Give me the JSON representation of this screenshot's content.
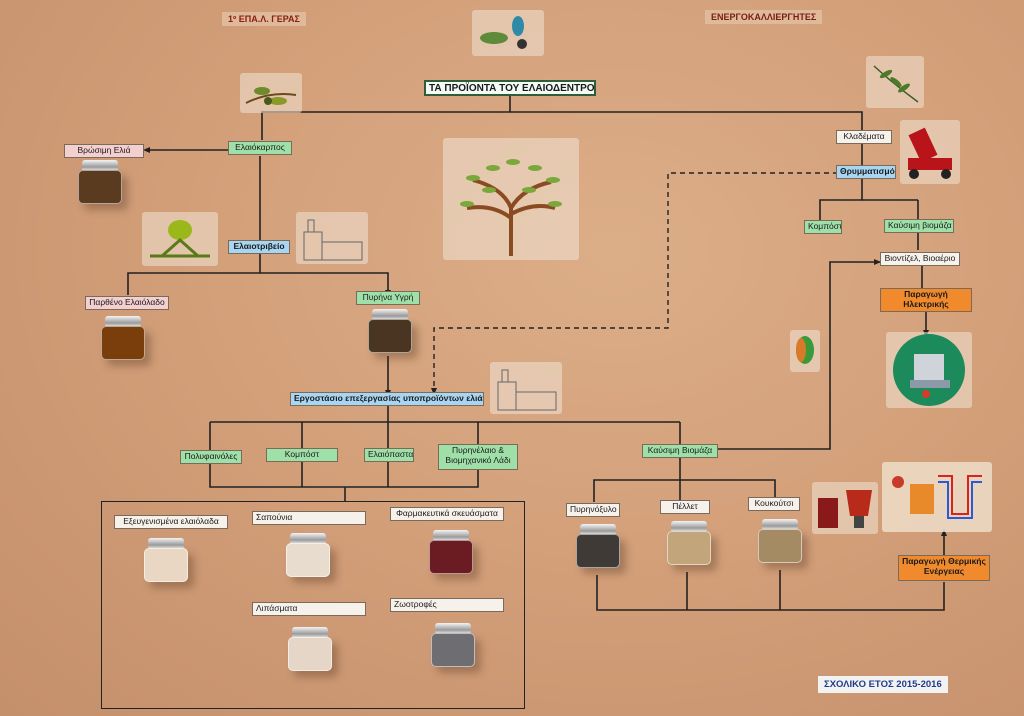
{
  "header": {
    "school_label": "1º ΕΠΑ.Λ. ΓΕΡΑΣ",
    "team_label": "ΕΝΕΡΓΟΚΑΛΛΙΕΡΓΗΤΕΣ",
    "year_label": "ΣΧΟΛΙΚΟ ΕΤΟΣ 2015-2016"
  },
  "diagram": {
    "title": "ΤΑ ΠΡΟΪΟΝΤΑ ΤΟΥ ΕΛΑΙΟΔΕΝΤΡΟΥ",
    "nodes": {
      "elaiokarpos": "Ελαιόκαρπος",
      "vrosimi": "Βρώσιμη Ελιά",
      "elaiotriveio": "Ελαιοτριβείο",
      "partheno": "Παρθένο Ελαιόλαδο",
      "pyrina_ygri": "Πυρήνα Υγρή",
      "ergostasio": "Εργοστάσιο επεξεργασίας υποπροϊόντων ελιάς",
      "polyfainoles": "Πολυφαινόλες",
      "kompost_1": "Κομπόστ",
      "elaiopasta": "Ελαιόπαστα",
      "pyrinelaio": "Πυρηνέλαιο & Βιομηχανικό Λάδι",
      "kafsimi_1": "Καύσιμη Βιομάζα",
      "klademata": "Κλαδέματα",
      "thrymmatismos": "Θρυμματισμός",
      "kompost_2": "Κομπόστ",
      "kafsimi_2": "Καύσιμη βιομάζα",
      "biodiesel": "Βιοντίζελ, Βιοαέριο",
      "ilektriki": "Παραγωγή Ηλεκτρικής Ενέργειας",
      "thermiki": "Παραγωγή Θερμικής Ενέργειας",
      "pyrinoxylo": "Πυρηνόξυλο",
      "pellet": "Πέλλετ",
      "koukoutsi": "Κουκούτσι",
      "exeygenismena": "Εξευγενισμένα ελαιόλαδα",
      "sapounia": "Σαπούνια",
      "farmakeftika": "Φαρμακευτικά σκευάσματα",
      "lipasmata": "Λιπάσματα",
      "zootrofes": "Ζωοτροφές"
    }
  },
  "colors": {
    "line": "#222222",
    "green": "#9fe0a8",
    "blue": "#a8d6f2",
    "orange": "#f08a2c"
  },
  "jars": {
    "vrosimi": "#5a3b1f",
    "partheno": "#7a3d0c",
    "pyrina_ygri": "#4a3522",
    "exeygenismena": "#e9d7c3",
    "sapounia": "#e7dccd",
    "farmakeftika": "#6a1c22",
    "lipasmata": "#e6d6c8",
    "zootrofes": "#6d6d72",
    "pyrinoxylo": "#3f3a35",
    "pellet": "#c2a57a",
    "koukoutsi": "#a58b64"
  },
  "icons": [
    "olive-branch-icon",
    "olive-tree-icon",
    "factory-icon",
    "wood-chipper-icon",
    "leaf-icon",
    "power-plant-icon",
    "boiler-icon"
  ]
}
